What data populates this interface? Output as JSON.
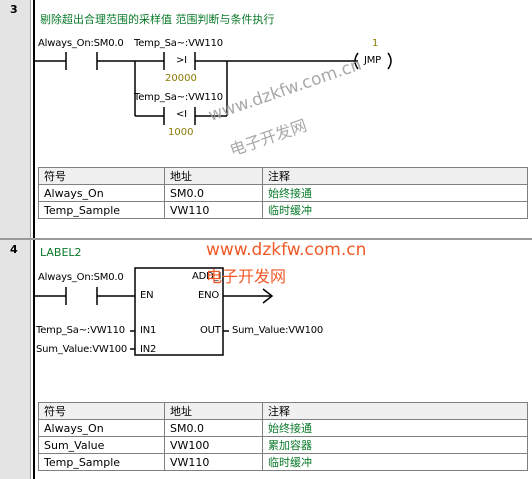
{
  "network3": {
    "number": "3",
    "comment": "剔除超出合理范围的采样值 范围判断与条件执行",
    "contact1_label": "Always_On:SM0.0",
    "compare1_label": "Temp_Sa~:VW110",
    "compare1_op": ">I",
    "compare1_value": "20000",
    "compare2_label": "Temp_Sa~:VW110",
    "compare2_op": "<I",
    "compare2_value": "1000",
    "coil_number": "1",
    "coil_label": "JMP",
    "table": {
      "headers": [
        "符号",
        "地址",
        "注释"
      ],
      "rows": [
        [
          "Always_On",
          "SM0.0",
          "始终接通"
        ],
        [
          "Temp_Sample",
          "VW110",
          "临时缓冲"
        ]
      ]
    }
  },
  "network4": {
    "number": "4",
    "comment": "LABEL2",
    "contact1_label": "Always_On:SM0.0",
    "box_title": "ADD_I",
    "pin_en": "EN",
    "pin_eno": "ENO",
    "pin_in1": "IN1",
    "pin_in2": "IN2",
    "pin_out": "OUT",
    "in1_label": "Temp_Sa~:VW110",
    "in2_label": "Sum_Value:VW100",
    "out_label": "Sum_Value:VW100",
    "table": {
      "headers": [
        "符号",
        "地址",
        "注释"
      ],
      "rows": [
        [
          "Always_On",
          "SM0.0",
          "始终接通"
        ],
        [
          "Sum_Value",
          "VW100",
          "累加容器"
        ],
        [
          "Temp_Sample",
          "VW110",
          "临时缓冲"
        ]
      ]
    }
  },
  "watermark": {
    "site1": "www.dzkfw.com.cn",
    "name1": "电子开发网",
    "site2": "www.dzkfw.com.cn",
    "name2": "电子开发网"
  }
}
